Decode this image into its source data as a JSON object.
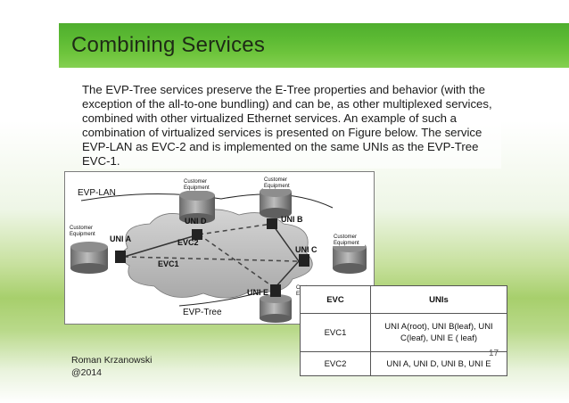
{
  "slide": {
    "title": "Combining Services",
    "body": "The EVP-Tree services preserve the E-Tree properties and behavior (with the exception of the all-to-one bundling) and can be, as other multiplexed services, combined with other virtualized Ethernet services. An example of such a combination of virtualized services is presented on Figure below.  The service EVP-LAN as EVC-2 and is implemented on the same UNIs as the EVP-Tree EVC-1."
  },
  "diagram": {
    "evp_lan_label": "EVP-LAN",
    "evp_tree_label": "EVP-Tree",
    "customer_equipment": "Customer Equipment",
    "uni_a": "UNI A",
    "uni_b": "UNI B",
    "uni_c": "UNI C",
    "uni_d": "UNI D",
    "uni_e": "UNI E",
    "evc1": "EVC1",
    "evc2": "EVC2"
  },
  "table": {
    "headers": [
      "EVC",
      "UNIs"
    ],
    "rows": [
      [
        "EVC1",
        "UNI A(root), UNI B(leaf),  UNI C(leaf), UNI E ( leaf)"
      ],
      [
        "EVC2",
        "UNI A,  UNI D, UNI B, UNI E"
      ]
    ]
  },
  "footer": {
    "author": "Roman Krzanowski",
    "year": "@2014",
    "page": "17"
  }
}
